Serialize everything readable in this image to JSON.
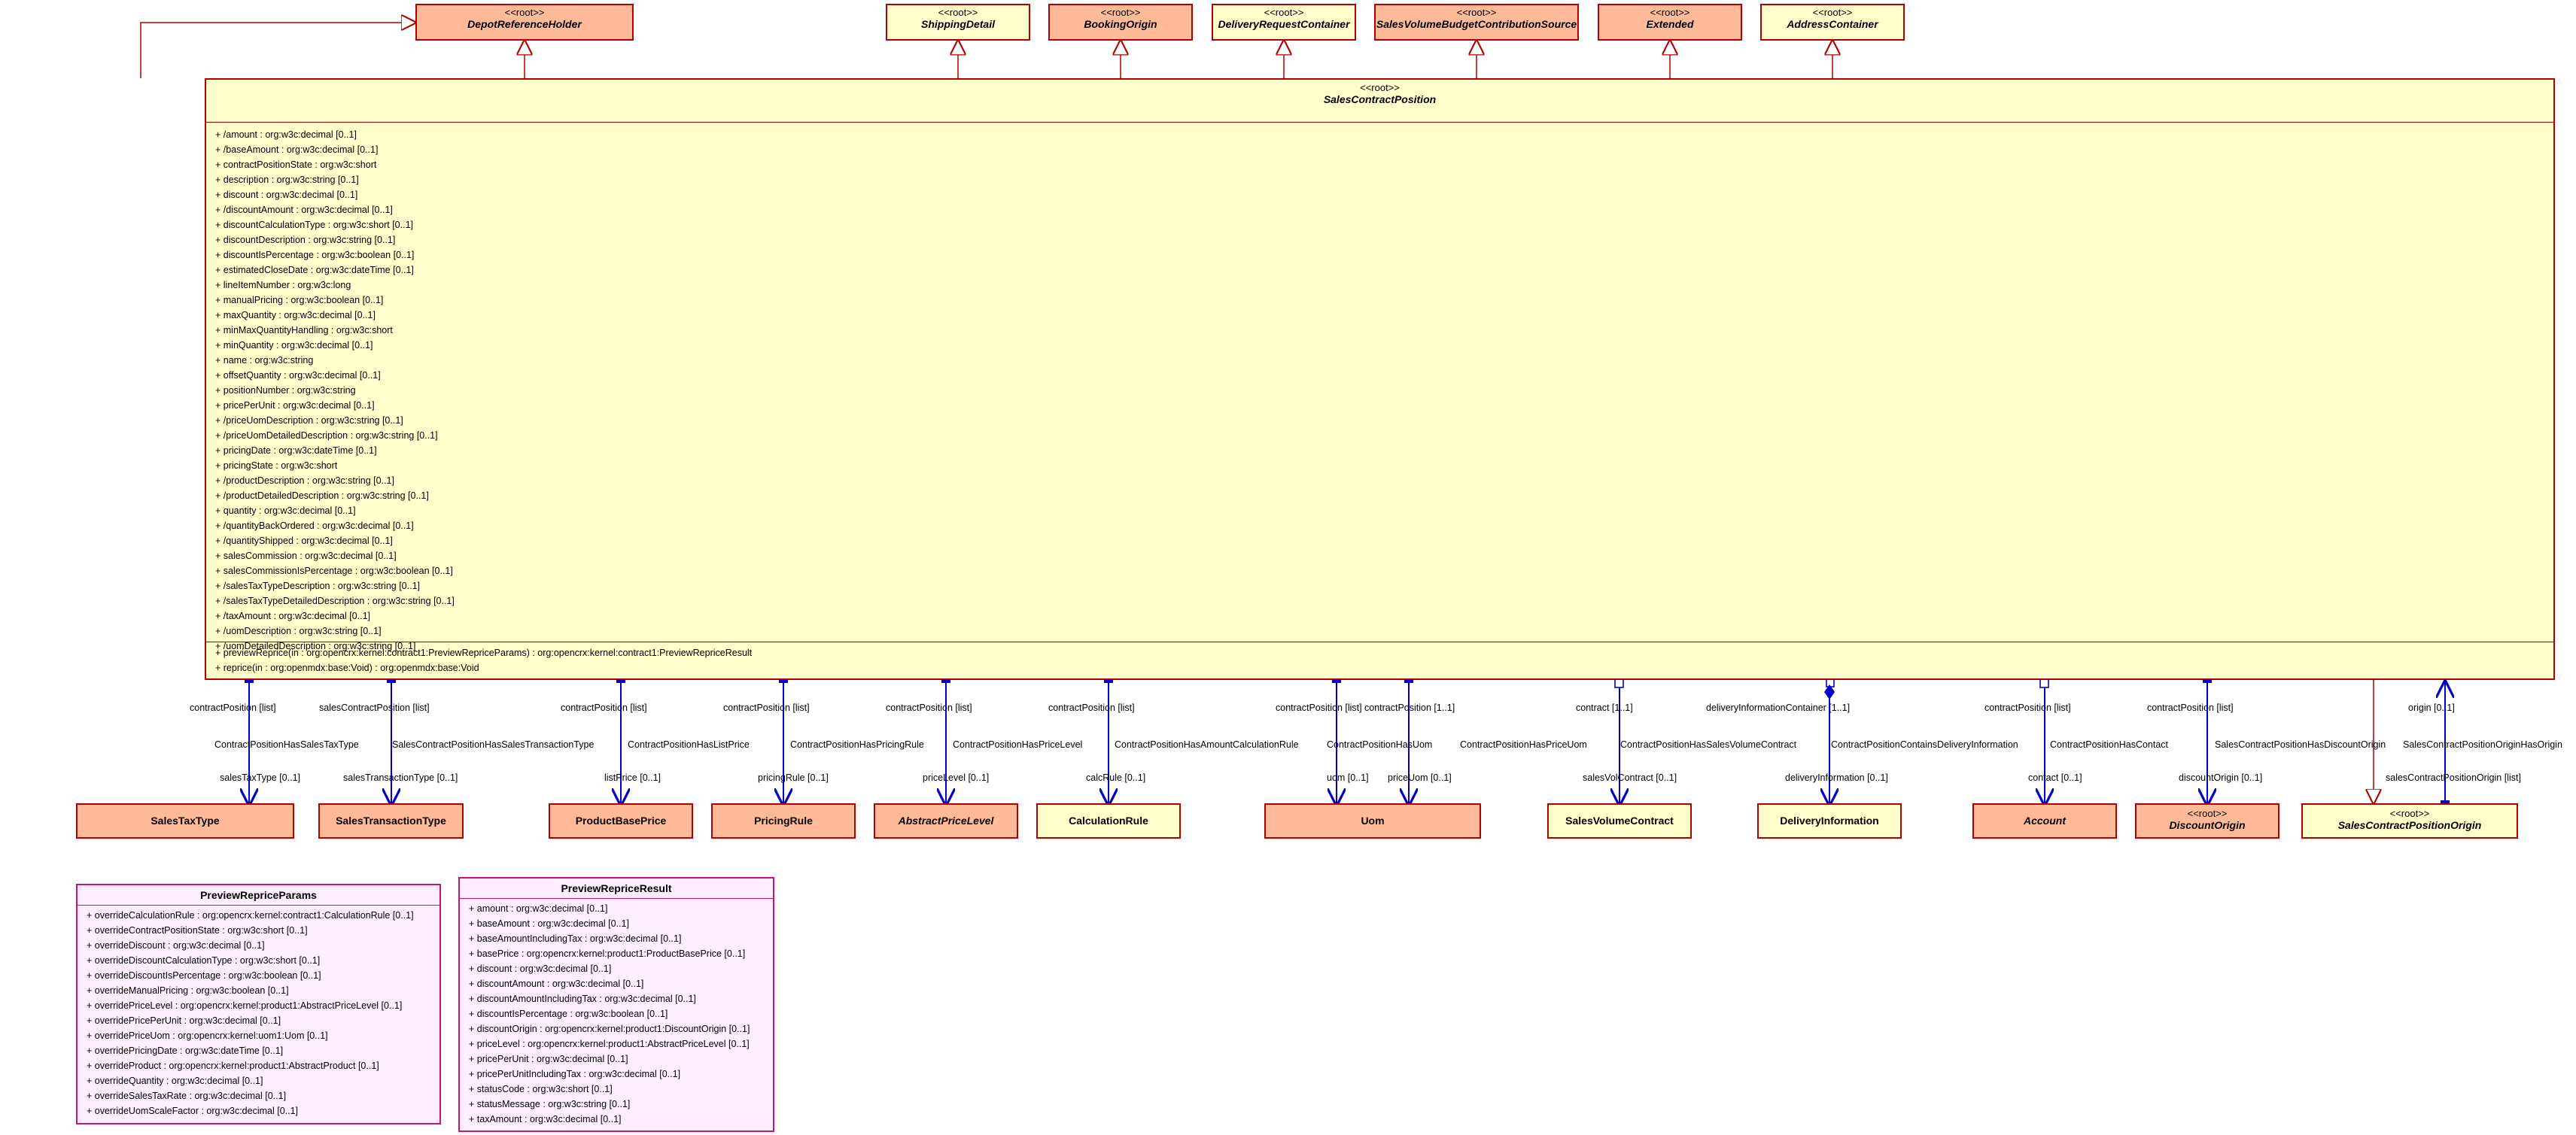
{
  "parents": [
    {
      "stereotype": "<<root>>",
      "name": "DepotReferenceHolder"
    },
    {
      "stereotype": "<<root>>",
      "name": "ShippingDetail"
    },
    {
      "stereotype": "<<root>>",
      "name": "BookingOrigin"
    },
    {
      "stereotype": "<<root>>",
      "name": "DeliveryRequestContainer"
    },
    {
      "stereotype": "<<root>>",
      "name": "SalesVolumeBudgetContributionSource"
    },
    {
      "stereotype": "<<root>>",
      "name": "Extended"
    },
    {
      "stereotype": "<<root>>",
      "name": "AddressContainer"
    }
  ],
  "main": {
    "stereotype": "<<root>>",
    "name": "SalesContractPosition",
    "attributes": [
      "+ /amount : org:w3c:decimal [0..1]",
      "+ /baseAmount : org:w3c:decimal [0..1]",
      "+ contractPositionState : org:w3c:short",
      "+ description : org:w3c:string [0..1]",
      "+ discount : org:w3c:decimal [0..1]",
      "+ /discountAmount : org:w3c:decimal [0..1]",
      "+ discountCalculationType : org:w3c:short [0..1]",
      "+ discountDescription : org:w3c:string [0..1]",
      "+ discountIsPercentage : org:w3c:boolean [0..1]",
      "+ estimatedCloseDate : org:w3c:dateTime [0..1]",
      "+ lineItemNumber : org:w3c:long",
      "+ manualPricing : org:w3c:boolean [0..1]",
      "+ maxQuantity : org:w3c:decimal [0..1]",
      "+ minMaxQuantityHandling : org:w3c:short",
      "+ minQuantity : org:w3c:decimal [0..1]",
      "+ name : org:w3c:string",
      "+ offsetQuantity : org:w3c:decimal [0..1]",
      "+ positionNumber : org:w3c:string",
      "+ pricePerUnit : org:w3c:decimal [0..1]",
      "+ /priceUomDescription : org:w3c:string [0..1]",
      "+ /priceUomDetailedDescription : org:w3c:string [0..1]",
      "+ pricingDate : org:w3c:dateTime [0..1]",
      "+ pricingState : org:w3c:short",
      "+ /productDescription : org:w3c:string [0..1]",
      "+ /productDetailedDescription : org:w3c:string [0..1]",
      "+ quantity : org:w3c:decimal [0..1]",
      "+ /quantityBackOrdered : org:w3c:decimal [0..1]",
      "+ /quantityShipped : org:w3c:decimal [0..1]",
      "+ salesCommission : org:w3c:decimal [0..1]",
      "+ salesCommissionIsPercentage : org:w3c:boolean [0..1]",
      "+ /salesTaxTypeDescription : org:w3c:string [0..1]",
      "+ /salesTaxTypeDetailedDescription : org:w3c:string [0..1]",
      "+ /taxAmount : org:w3c:decimal [0..1]",
      "+ /uomDescription : org:w3c:string [0..1]",
      "+ /uomDetailedDescription : org:w3c:string [0..1]"
    ],
    "operations": [
      "+ previewReprice(in : org:opencrx:kernel:contract1:PreviewRepriceParams) : org:opencrx:kernel:contract1:PreviewRepriceResult",
      "+ reprice(in : org:openmdx:base:Void) : org:openmdx:base:Void"
    ]
  },
  "targets": [
    {
      "name": "SalesTaxType",
      "stereotype": ""
    },
    {
      "name": "SalesTransactionType",
      "stereotype": ""
    },
    {
      "name": "ProductBasePrice",
      "stereotype": ""
    },
    {
      "name": "PricingRule",
      "stereotype": ""
    },
    {
      "name": "AbstractPriceLevel",
      "stereotype": ""
    },
    {
      "name": "CalculationRule",
      "stereotype": ""
    },
    {
      "name": "Uom",
      "stereotype": ""
    },
    {
      "name": "SalesVolumeContract",
      "stereotype": ""
    },
    {
      "name": "DeliveryInformation",
      "stereotype": ""
    },
    {
      "name": "Account",
      "stereotype": ""
    },
    {
      "name": "DiscountOrigin",
      "stereotype": "<<root>>"
    },
    {
      "name": "SalesContractPositionOrigin",
      "stereotype": "<<root>>"
    }
  ],
  "assoc_labels": [
    {
      "top": "contractPosition [list]",
      "mid": "ContractPositionHasSalesTaxType",
      "bottom": "salesTaxType [0..1]"
    },
    {
      "top": "salesContractPosition [list]",
      "mid": "SalesContractPositionHasSalesTransactionType",
      "bottom": "salesTransactionType [0..1]"
    },
    {
      "top": "contractPosition [list]",
      "mid": "ContractPositionHasListPrice",
      "bottom": "listPrice [0..1]"
    },
    {
      "top": "contractPosition [list]",
      "mid": "ContractPositionHasPricingRule",
      "bottom": "pricingRule [0..1]"
    },
    {
      "top": "contractPosition [list]",
      "mid": "ContractPositionHasPriceLevel",
      "bottom": "priceLevel [0..1]"
    },
    {
      "top": "contractPosition [list]",
      "mid": "ContractPositionHasAmountCalculationRule",
      "bottom": "calcRule [0..1]"
    },
    {
      "top": "contractPosition [list]",
      "mid": "ContractPositionHasUom",
      "bottom": "uom [0..1]"
    },
    {
      "top": "contractPosition [1..1]",
      "mid": "ContractPositionHasPriceUom",
      "bottom": "priceUom [0..1]"
    },
    {
      "top": "contract [1..1]",
      "mid": "ContractPositionHasSalesVolumeContract",
      "bottom": "salesVolContract [0..1]"
    },
    {
      "top": "deliveryInformationContainer [1..1]",
      "mid": "ContractPositionContainsDeliveryInformation",
      "bottom": "deliveryInformation [0..1]"
    },
    {
      "top": "contractPosition [list]",
      "mid": "ContractPositionHasContact",
      "bottom": "contact [0..1]"
    },
    {
      "top": "contractPosition [list]",
      "mid": "SalesContractPositionHasDiscountOrigin",
      "bottom": "discountOrigin [0..1]"
    },
    {
      "top": "origin [0..1]",
      "mid": "SalesContractPositionOriginHasOrigin",
      "bottom": "salesContractPositionOrigin [list]"
    }
  ],
  "params": {
    "name": "PreviewRepriceParams",
    "attributes": [
      "+ overrideCalculationRule : org:opencrx:kernel:contract1:CalculationRule [0..1]",
      "+ overrideContractPositionState : org:w3c:short [0..1]",
      "+ overrideDiscount : org:w3c:decimal [0..1]",
      "+ overrideDiscountCalculationType : org:w3c:short [0..1]",
      "+ overrideDiscountIsPercentage : org:w3c:boolean [0..1]",
      "+ overrideManualPricing : org:w3c:boolean [0..1]",
      "+ overridePriceLevel : org:opencrx:kernel:product1:AbstractPriceLevel [0..1]",
      "+ overridePricePerUnit : org:w3c:decimal [0..1]",
      "+ overridePriceUom : org:opencrx:kernel:uom1:Uom [0..1]",
      "+ overridePricingDate : org:w3c:dateTime [0..1]",
      "+ overrideProduct : org:opencrx:kernel:product1:AbstractProduct [0..1]",
      "+ overrideQuantity : org:w3c:decimal [0..1]",
      "+ overrideSalesTaxRate : org:w3c:decimal [0..1]",
      "+ overrideUomScaleFactor : org:w3c:decimal [0..1]"
    ]
  },
  "result": {
    "name": "PreviewRepriceResult",
    "attributes": [
      "+ amount : org:w3c:decimal [0..1]",
      "+ baseAmount : org:w3c:decimal [0..1]",
      "+ baseAmountIncludingTax : org:w3c:decimal [0..1]",
      "+ basePrice : org:opencrx:kernel:product1:ProductBasePrice [0..1]",
      "+ discount : org:w3c:decimal [0..1]",
      "+ discountAmount : org:w3c:decimal [0..1]",
      "+ discountAmountIncludingTax : org:w3c:decimal [0..1]",
      "+ discountIsPercentage : org:w3c:boolean [0..1]",
      "+ discountOrigin : org:opencrx:kernel:product1:DiscountOrigin [0..1]",
      "+ priceLevel : org:opencrx:kernel:product1:AbstractPriceLevel [0..1]",
      "+ pricePerUnit : org:w3c:decimal [0..1]",
      "+ pricePerUnitIncludingTax : org:w3c:decimal [0..1]",
      "+ statusCode : org:w3c:short [0..1]",
      "+ statusMessage : org:w3c:string [0..1]",
      "+ taxAmount : org:w3c:decimal [0..1]"
    ]
  },
  "colors": {
    "line": "#0000cc",
    "border": "#b20000",
    "root_fill": "#ffbb99",
    "class_fill": "#ffffcc",
    "struct_fill": "#ffeeff"
  }
}
